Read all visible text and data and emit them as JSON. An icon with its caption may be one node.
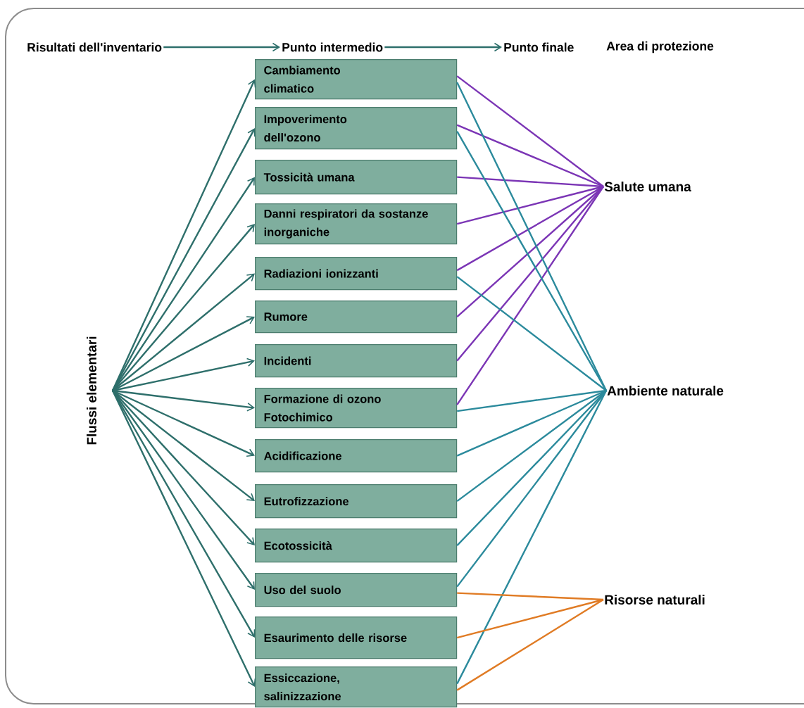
{
  "diagram": {
    "nodes": [
      {
        "text": [
          "Risultati dell'inventario"
        ]
      },
      {
        "text": [
          "Punto intermedio"
        ]
      },
      {
        "text": [
          "Punto finale"
        ]
      },
      {
        "text": [
          "Area di protezione"
        ]
      },
      {
        "text": [
          "Flussi elementari"
        ]
      },
      {
        "text": [
          "Cambiamento climatico"
        ]
      },
      {
        "text": [
          "Impoverimento dell'ozono"
        ]
      },
      {
        "text": [
          "Tossicità umana"
        ]
      },
      {
        "text": [
          "Danni respiratori da sostanze inorganiche"
        ]
      },
      {
        "text": [
          "Radiazioni ionizzanti"
        ]
      },
      {
        "text": [
          "Rumore"
        ]
      },
      {
        "text": [
          "Incidenti"
        ]
      },
      {
        "text": [
          "Formazione di ozono Fotochimico"
        ]
      },
      {
        "text": [
          "Acidificazione"
        ]
      },
      {
        "text": [
          "Eutrofizzazione"
        ]
      },
      {
        "text": [
          "Ecotossicità"
        ]
      },
      {
        "text": [
          "Uso del suolo"
        ]
      },
      {
        "text": [
          "Esaurimento delle risorse"
        ]
      },
      {
        "text": [
          "Essiccazione, salinizzazione"
        ]
      },
      {
        "text": [
          "Salute umana"
        ]
      },
      {
        "text": [
          "Ambiente naturale"
        ]
      },
      {
        "text": [
          "Risorse naturali"
        ]
      }
    ],
    "edges": [
      {
        "from": 0,
        "to": 1,
        "arrow": "to"
      },
      {
        "from": 1,
        "to": 2,
        "arrow": "to"
      },
      {
        "from": 4,
        "to": 5,
        "arrow": "to"
      },
      {
        "from": 4,
        "to": 6,
        "arrow": "to"
      },
      {
        "from": 4,
        "to": 7,
        "arrow": "to"
      },
      {
        "from": 4,
        "to": 8,
        "arrow": "to"
      },
      {
        "from": 4,
        "to": 9,
        "arrow": "to"
      },
      {
        "from": 4,
        "to": 10,
        "arrow": "to"
      },
      {
        "from": 4,
        "to": 11,
        "arrow": "to"
      },
      {
        "from": 4,
        "to": 12,
        "arrow": "to"
      },
      {
        "from": 4,
        "to": 13,
        "arrow": "to"
      },
      {
        "from": 4,
        "to": 14,
        "arrow": "to"
      },
      {
        "from": 4,
        "to": 15,
        "arrow": "to"
      },
      {
        "from": 4,
        "to": 16,
        "arrow": "to"
      },
      {
        "from": 4,
        "to": 17,
        "arrow": "to"
      },
      {
        "from": 4,
        "to": 18,
        "arrow": "to"
      },
      {
        "from": 5,
        "to": 19,
        "arrow": "none",
        "color": "#7b35b5"
      },
      {
        "from": 6,
        "to": 19,
        "arrow": "none",
        "color": "#7b35b5"
      },
      {
        "from": 7,
        "to": 19,
        "arrow": "none",
        "color": "#7b35b5"
      },
      {
        "from": 8,
        "to": 19,
        "arrow": "none",
        "color": "#7b35b5"
      },
      {
        "from": 9,
        "to": 19,
        "arrow": "none",
        "color": "#7b35b5"
      },
      {
        "from": 10,
        "to": 19,
        "arrow": "none",
        "color": "#7b35b5"
      },
      {
        "from": 11,
        "to": 19,
        "arrow": "none",
        "color": "#7b35b5"
      },
      {
        "from": 12,
        "to": 19,
        "arrow": "none",
        "color": "#7b35b5"
      },
      {
        "from": 5,
        "to": 20,
        "arrow": "none",
        "color": "#2b8a9c"
      },
      {
        "from": 6,
        "to": 20,
        "arrow": "none",
        "color": "#2b8a9c"
      },
      {
        "from": 9,
        "to": 20,
        "arrow": "none",
        "color": "#2b8a9c"
      },
      {
        "from": 12,
        "to": 20,
        "arrow": "none",
        "color": "#2b8a9c"
      },
      {
        "from": 13,
        "to": 20,
        "arrow": "none",
        "color": "#2b8a9c"
      },
      {
        "from": 14,
        "to": 20,
        "arrow": "none",
        "color": "#2b8a9c"
      },
      {
        "from": 15,
        "to": 20,
        "arrow": "none",
        "color": "#2b8a9c"
      },
      {
        "from": 16,
        "to": 20,
        "arrow": "none",
        "color": "#2b8a9c"
      },
      {
        "from": 18,
        "to": 20,
        "arrow": "none",
        "color": "#2b8a9c"
      },
      {
        "from": 16,
        "to": 21,
        "arrow": "none",
        "color": "#e07b24"
      },
      {
        "from": 17,
        "to": 21,
        "arrow": "none",
        "color": "#e07b24"
      },
      {
        "from": 18,
        "to": 21,
        "arrow": "none",
        "color": "#e07b24"
      }
    ]
  }
}
